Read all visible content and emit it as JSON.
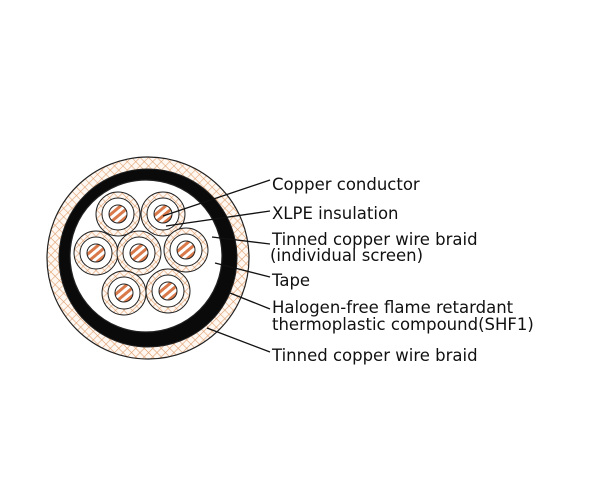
{
  "title": "Cable cross-section",
  "labels": {
    "copper_conductor": "Copper conductor",
    "xlpe_insulation": "XLPE insulation",
    "individual_screen_line1": "Tinned copper wire braid",
    "individual_screen_line2": "(individual screen)",
    "tape": "Tape",
    "sheath_line1": "Halogen-free flame retardant",
    "sheath_line2": "thermoplastic compound(SHF1)",
    "outer_braid": "Tinned copper wire braid"
  },
  "colors": {
    "copper": "#d9794a",
    "braid": "#e0a070",
    "sheath": "#0a0a0a",
    "line": "#111111"
  }
}
